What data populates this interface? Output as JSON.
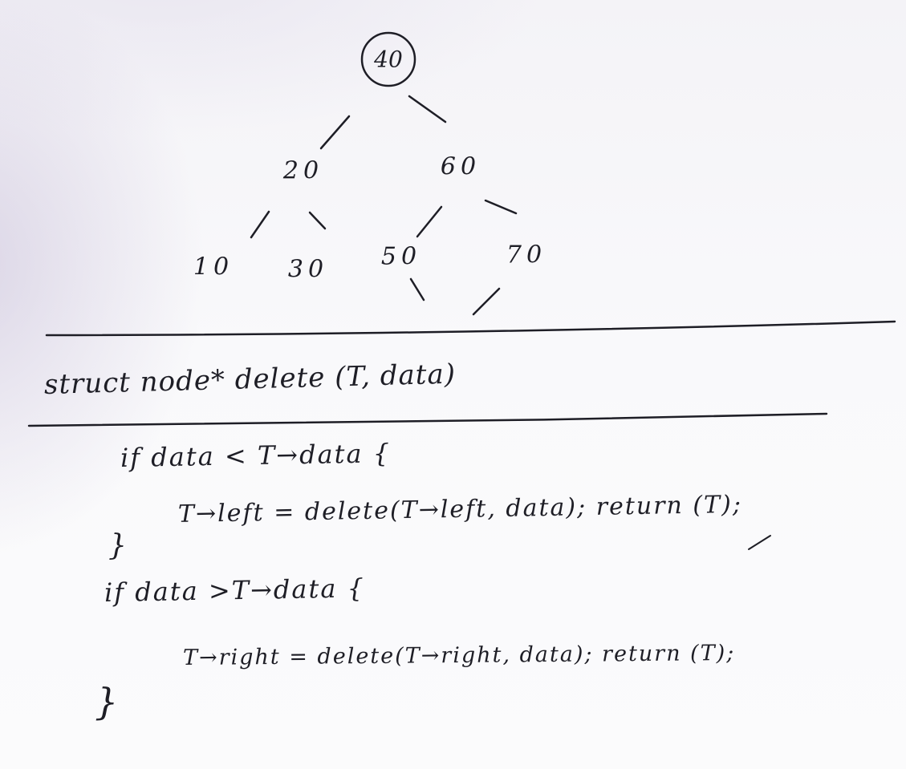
{
  "tree": {
    "root": "40",
    "level1": [
      "20",
      "60"
    ],
    "level2": [
      "10",
      "30",
      "50",
      "70"
    ]
  },
  "code": {
    "signature": "struct node* delete (T, data)",
    "line1": "if data < T→data {",
    "line2": "T→left = delete(T→left, data); return (T);",
    "line3": "}",
    "line4": "if data >T→data {",
    "line5": "T→right = delete(T→right, data); return (T);",
    "line6": "}"
  }
}
